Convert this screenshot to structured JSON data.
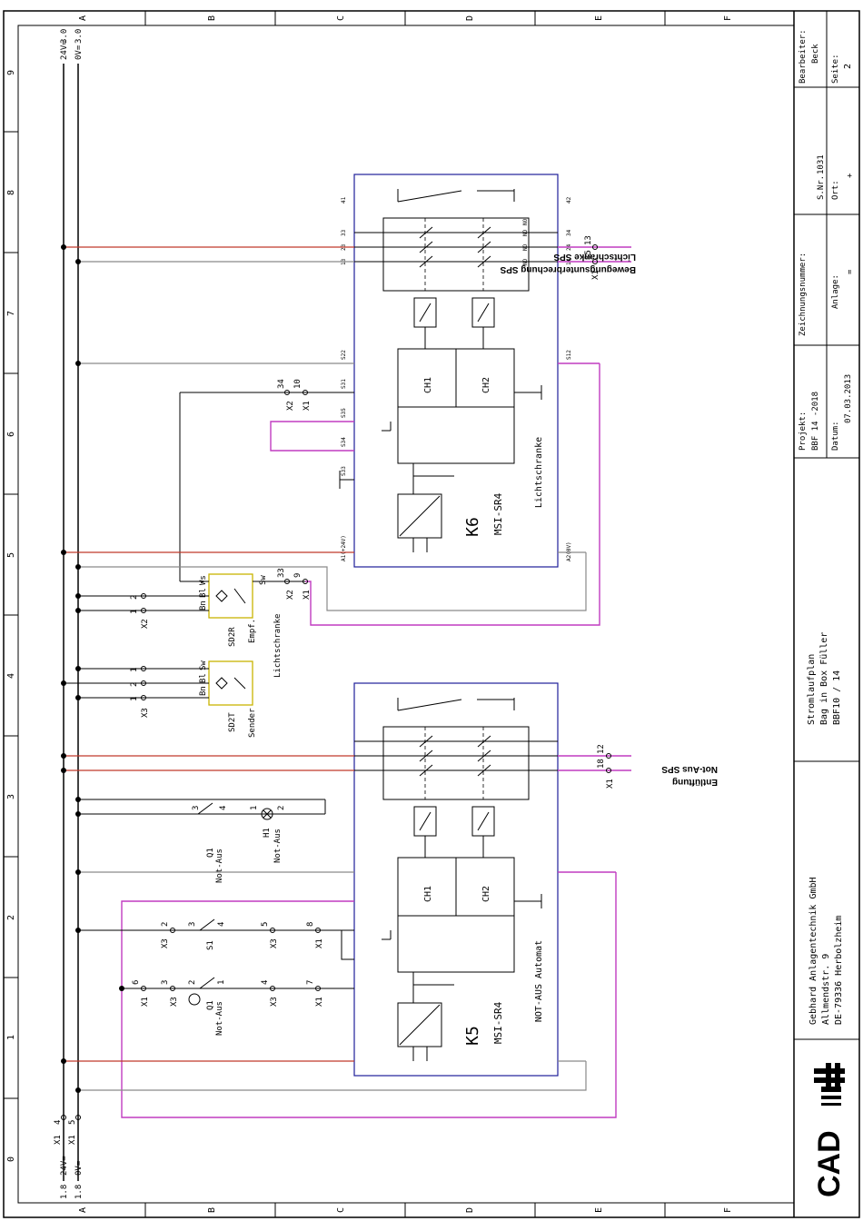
{
  "rotation_note_hidden": "",
  "grid": {
    "rows": [
      "A",
      "B",
      "C",
      "D",
      "E",
      "F"
    ],
    "cols": [
      "0",
      "1",
      "2",
      "3",
      "4",
      "5",
      "6",
      "7",
      "8",
      "9"
    ]
  },
  "rails": {
    "top_24": "24V=",
    "top_0": "0V=",
    "top_ref_24": "3.0",
    "top_ref_0": "3.0",
    "bot_24": "24V=",
    "bot_0": "0V=",
    "bot_ref_24": "1.8",
    "bot_ref_0": "1.8",
    "bot_term_24": "X1",
    "bot_term_24_num": "4",
    "bot_term_0": "X1",
    "bot_term_0_num": "5"
  },
  "k6": {
    "tag": "K6",
    "model": "MSI-SR4",
    "function": "Lichtschranke",
    "ch1": "CH1",
    "ch2": "CH2",
    "pins": [
      "A1(+24V)",
      "S33",
      "S34",
      "S35",
      "S31",
      "S22",
      "A2(0V)",
      "S12",
      "13",
      "23",
      "33",
      "41",
      "14",
      "24",
      "34",
      "42",
      "NO",
      "NO",
      "NO",
      "NO"
    ],
    "out_terms": [
      "X1",
      "35",
      "13"
    ],
    "out_label_1": "Lichtschranke SPS",
    "out_label_2": "Bewegungsunterbrechung SPS",
    "in_terms": [
      "34",
      "X2",
      "X1",
      "10"
    ]
  },
  "k5": {
    "tag": "K5",
    "model": "MSI-SR4",
    "function": "NOT-AUS Automat",
    "ch1": "CH1",
    "ch2": "CH2",
    "out_terms": [
      "X1",
      "18",
      "12"
    ],
    "out_label_1": "Not-Aus SPS",
    "out_label_2": "Entlüftung"
  },
  "sensors": {
    "sd2r_tag": "SD2R",
    "sd2r_name": "Empf.",
    "sd2t_tag": "SD2T",
    "sd2t_name": "Sender",
    "group_name": "Lichtschranke",
    "wire_bn": "Bn",
    "wire_bl": "Bl",
    "wire_ws": "Ws",
    "wire_sw": "Sw",
    "term_x2": "X2",
    "term_x3": "X3",
    "sw_term": "Sw",
    "sw_x2": "X2",
    "sw_x1": "X1",
    "sw_33": "33",
    "sw_9": "9"
  },
  "switches": {
    "q1a_tag": "Q1",
    "q1a_name": "Not-Aus",
    "q1b_tag": "Q1",
    "q1b_name": "Not-Aus",
    "s1_tag": "S1",
    "h1_tag": "H1",
    "h1_name": "Not-Aus"
  },
  "title_block": {
    "company": "Gebhard Anlagentechnik GmbH",
    "street": "Allmendstr. 9",
    "city": "DE-79336 Herbolzheim",
    "doc_type": "Stromlaufplan",
    "doc_title": "Bag in Box Füller",
    "doc_no": "BBF10 / 14",
    "projekt_label": "Projekt:",
    "projekt_value": "BBF 14 -2018",
    "datum_label": "Datum:",
    "datum_value": "07.03.2013",
    "zeichnung_label": "Zeichnungsnummer:",
    "snr_label": "S.Nr.",
    "snr_value": "1031",
    "anlage_label": "Anlage:",
    "anlage_value": "=",
    "ort_label": "Ort:",
    "ort_value": "+",
    "bearbeiter_label": "Bearbeiter:",
    "bearbeiter_value": "Beck",
    "seite_label": "Seite:",
    "seite_value": "2",
    "logo": "CAD"
  },
  "colors": {
    "red_wire": "#c0392b",
    "gray_wire": "#8a8a8a",
    "magenta_wire": "#c03cc0",
    "relay_box": "#1e1e9a",
    "sensor_box": "#c8b400"
  }
}
